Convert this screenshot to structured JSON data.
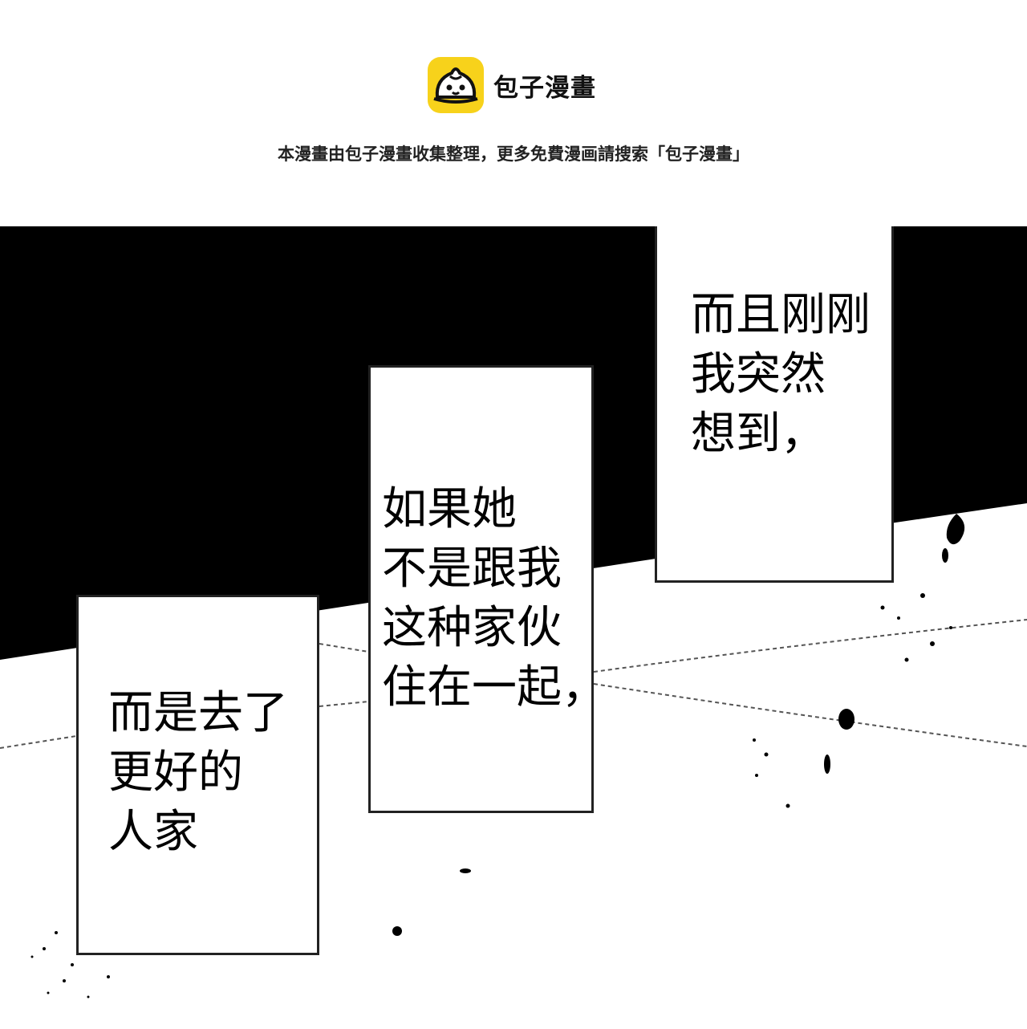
{
  "header": {
    "brand_name": "包子漫畫",
    "notice": "本漫畫由包子漫畫收集整理，更多免費漫画請搜索「包子漫畫」",
    "logo_icon": "steamed-bun-icon",
    "logo_color": "#f7d21b"
  },
  "panel": {
    "captions": [
      {
        "lines": [
          "而且刚刚",
          "我突然",
          "想到，"
        ]
      },
      {
        "lines": [
          "如果她",
          "不是跟我",
          "这种家伙",
          "住在一起，"
        ]
      },
      {
        "lines": [
          "而是去了",
          "更好的",
          "人家"
        ]
      }
    ]
  }
}
